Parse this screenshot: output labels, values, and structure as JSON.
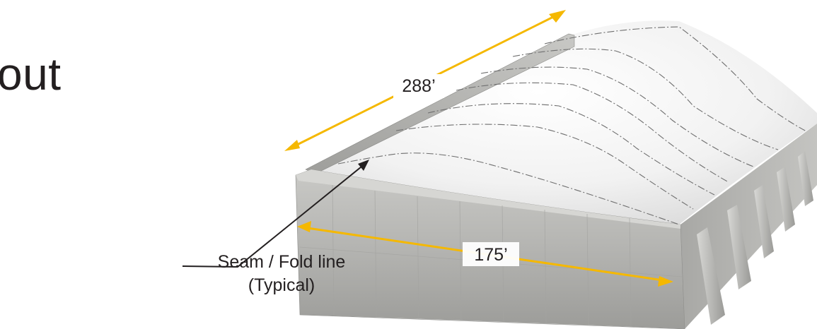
{
  "heading_fragment": "out",
  "dimensions": {
    "length": "288’",
    "width": "175’"
  },
  "callout": {
    "line1": "Seam / Fold line",
    "line2": "(Typical)"
  },
  "colors": {
    "dimension_arrow": "#f5b800",
    "concrete": "#b9b9b6",
    "concrete_dark": "#8f8f8c",
    "cover": "#f3f3f3",
    "text": "#231f20"
  }
}
